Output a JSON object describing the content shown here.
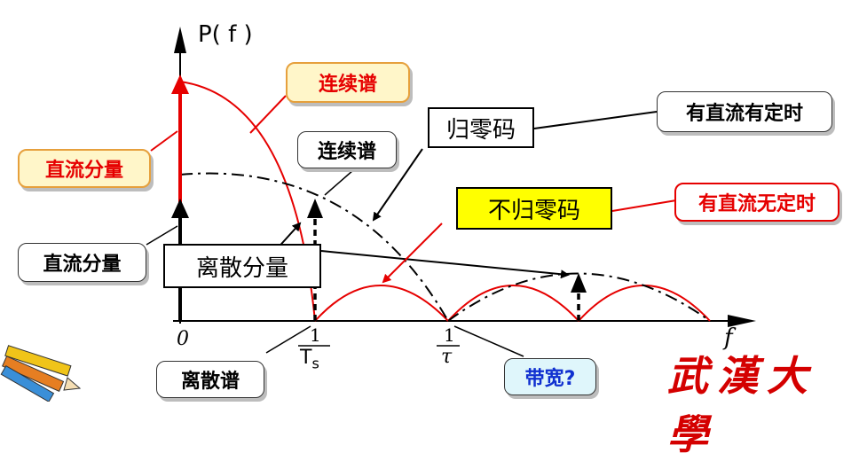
{
  "axis": {
    "y_label": "P( f )",
    "x_label": "f",
    "origin": "0",
    "tick_ts_top": "1",
    "tick_ts_bottom": "T",
    "tick_ts_sub": "s",
    "tick_tau_top": "1",
    "tick_tau_bottom": "τ"
  },
  "callouts": {
    "continuous_top": "连续谱",
    "dc_component_left": "直流分量",
    "continuous_mid": "连续谱",
    "dc_component_black": "直流分量",
    "discrete_component": "离散分量",
    "rz_code": "归零码",
    "dc_with_timing": "有直流有定时",
    "nrz_code": "不归零码",
    "dc_no_timing": "有直流无定时",
    "discrete_spectrum": "离散谱",
    "bandwidth": "带宽?"
  },
  "seal_text": "武漢大學",
  "colors": {
    "red": "#e60000",
    "black": "#000000",
    "cream": "#fff6c9",
    "yellow": "#ffff00",
    "cyan": "#dff6fb",
    "blue_text": "#1030d0"
  }
}
